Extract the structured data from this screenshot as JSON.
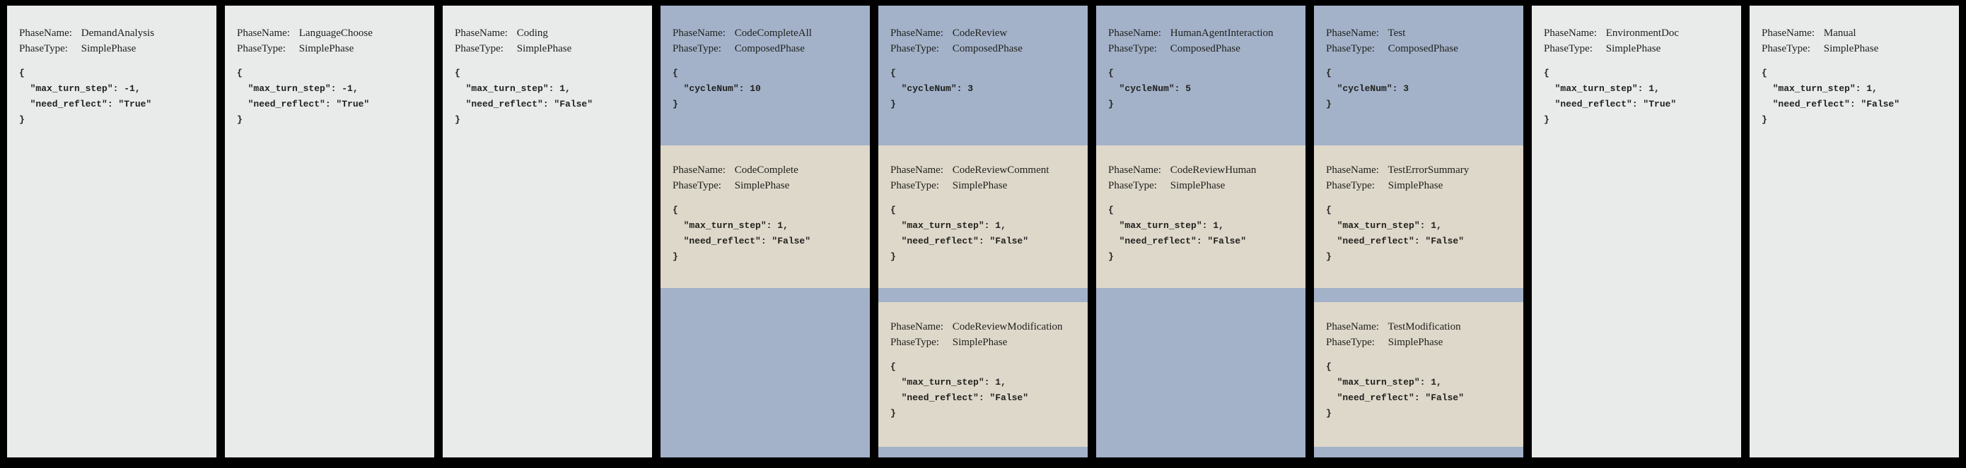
{
  "colors": {
    "frame": "#000000",
    "simple_bg": "#e8ebe9",
    "composed_bg": "#a3b2c9",
    "nested_bg": "#ded8ca",
    "text": "#21211f"
  },
  "labels": {
    "phase_name": "PhaseName:",
    "phase_type": "PhaseType:"
  },
  "columns": [
    {
      "phase_name": "DemandAnalysis",
      "phase_type": "SimplePhase",
      "config": [
        "{",
        "  \"max_turn_step\": -1,",
        "  \"need_reflect\": \"True\"",
        "}"
      ],
      "children": []
    },
    {
      "phase_name": "LanguageChoose",
      "phase_type": "SimplePhase",
      "config": [
        "{",
        "  \"max_turn_step\": -1,",
        "  \"need_reflect\": \"True\"",
        "}"
      ],
      "children": []
    },
    {
      "phase_name": "Coding",
      "phase_type": "SimplePhase",
      "config": [
        "{",
        "  \"max_turn_step\": 1,",
        "  \"need_reflect\": \"False\"",
        "}"
      ],
      "children": []
    },
    {
      "phase_name": "CodeCompleteAll",
      "phase_type": "ComposedPhase",
      "config": [
        "{",
        "  \"cycleNum\": 10",
        "}"
      ],
      "children": [
        {
          "phase_name": "CodeComplete",
          "phase_type": "SimplePhase",
          "config": [
            "{",
            "  \"max_turn_step\": 1,",
            "  \"need_reflect\": \"False\"",
            "}"
          ]
        }
      ]
    },
    {
      "phase_name": "CodeReview",
      "phase_type": "ComposedPhase",
      "config": [
        "{",
        "  \"cycleNum\": 3",
        "}"
      ],
      "children": [
        {
          "phase_name": "CodeReviewComment",
          "phase_type": "SimplePhase",
          "config": [
            "{",
            "  \"max_turn_step\": 1,",
            "  \"need_reflect\": \"False\"",
            "}"
          ]
        },
        {
          "phase_name": "CodeReviewModification",
          "phase_type": "SimplePhase",
          "config": [
            "{",
            "  \"max_turn_step\": 1,",
            "  \"need_reflect\": \"False\"",
            "}"
          ]
        }
      ]
    },
    {
      "phase_name": "HumanAgentInteraction",
      "phase_type": "ComposedPhase",
      "config": [
        "{",
        "  \"cycleNum\": 5",
        "}"
      ],
      "children": [
        {
          "phase_name": "CodeReviewHuman",
          "phase_type": "SimplePhase",
          "config": [
            "{",
            "  \"max_turn_step\": 1,",
            "  \"need_reflect\": \"False\"",
            "}"
          ]
        }
      ]
    },
    {
      "phase_name": "Test",
      "phase_type": "ComposedPhase",
      "config": [
        "{",
        "  \"cycleNum\": 3",
        "}"
      ],
      "children": [
        {
          "phase_name": "TestErrorSummary",
          "phase_type": "SimplePhase",
          "config": [
            "{",
            "  \"max_turn_step\": 1,",
            "  \"need_reflect\": \"False\"",
            "}"
          ]
        },
        {
          "phase_name": "TestModification",
          "phase_type": "SimplePhase",
          "config": [
            "{",
            "  \"max_turn_step\": 1,",
            "  \"need_reflect\": \"False\"",
            "}"
          ]
        }
      ]
    },
    {
      "phase_name": "EnvironmentDoc",
      "phase_type": "SimplePhase",
      "config": [
        "{",
        "  \"max_turn_step\": 1,",
        "  \"need_reflect\": \"True\"",
        "}"
      ],
      "children": []
    },
    {
      "phase_name": "Manual",
      "phase_type": "SimplePhase",
      "config": [
        "{",
        "  \"max_turn_step\": 1,",
        "  \"need_reflect\": \"False\"",
        "}"
      ],
      "children": []
    }
  ]
}
